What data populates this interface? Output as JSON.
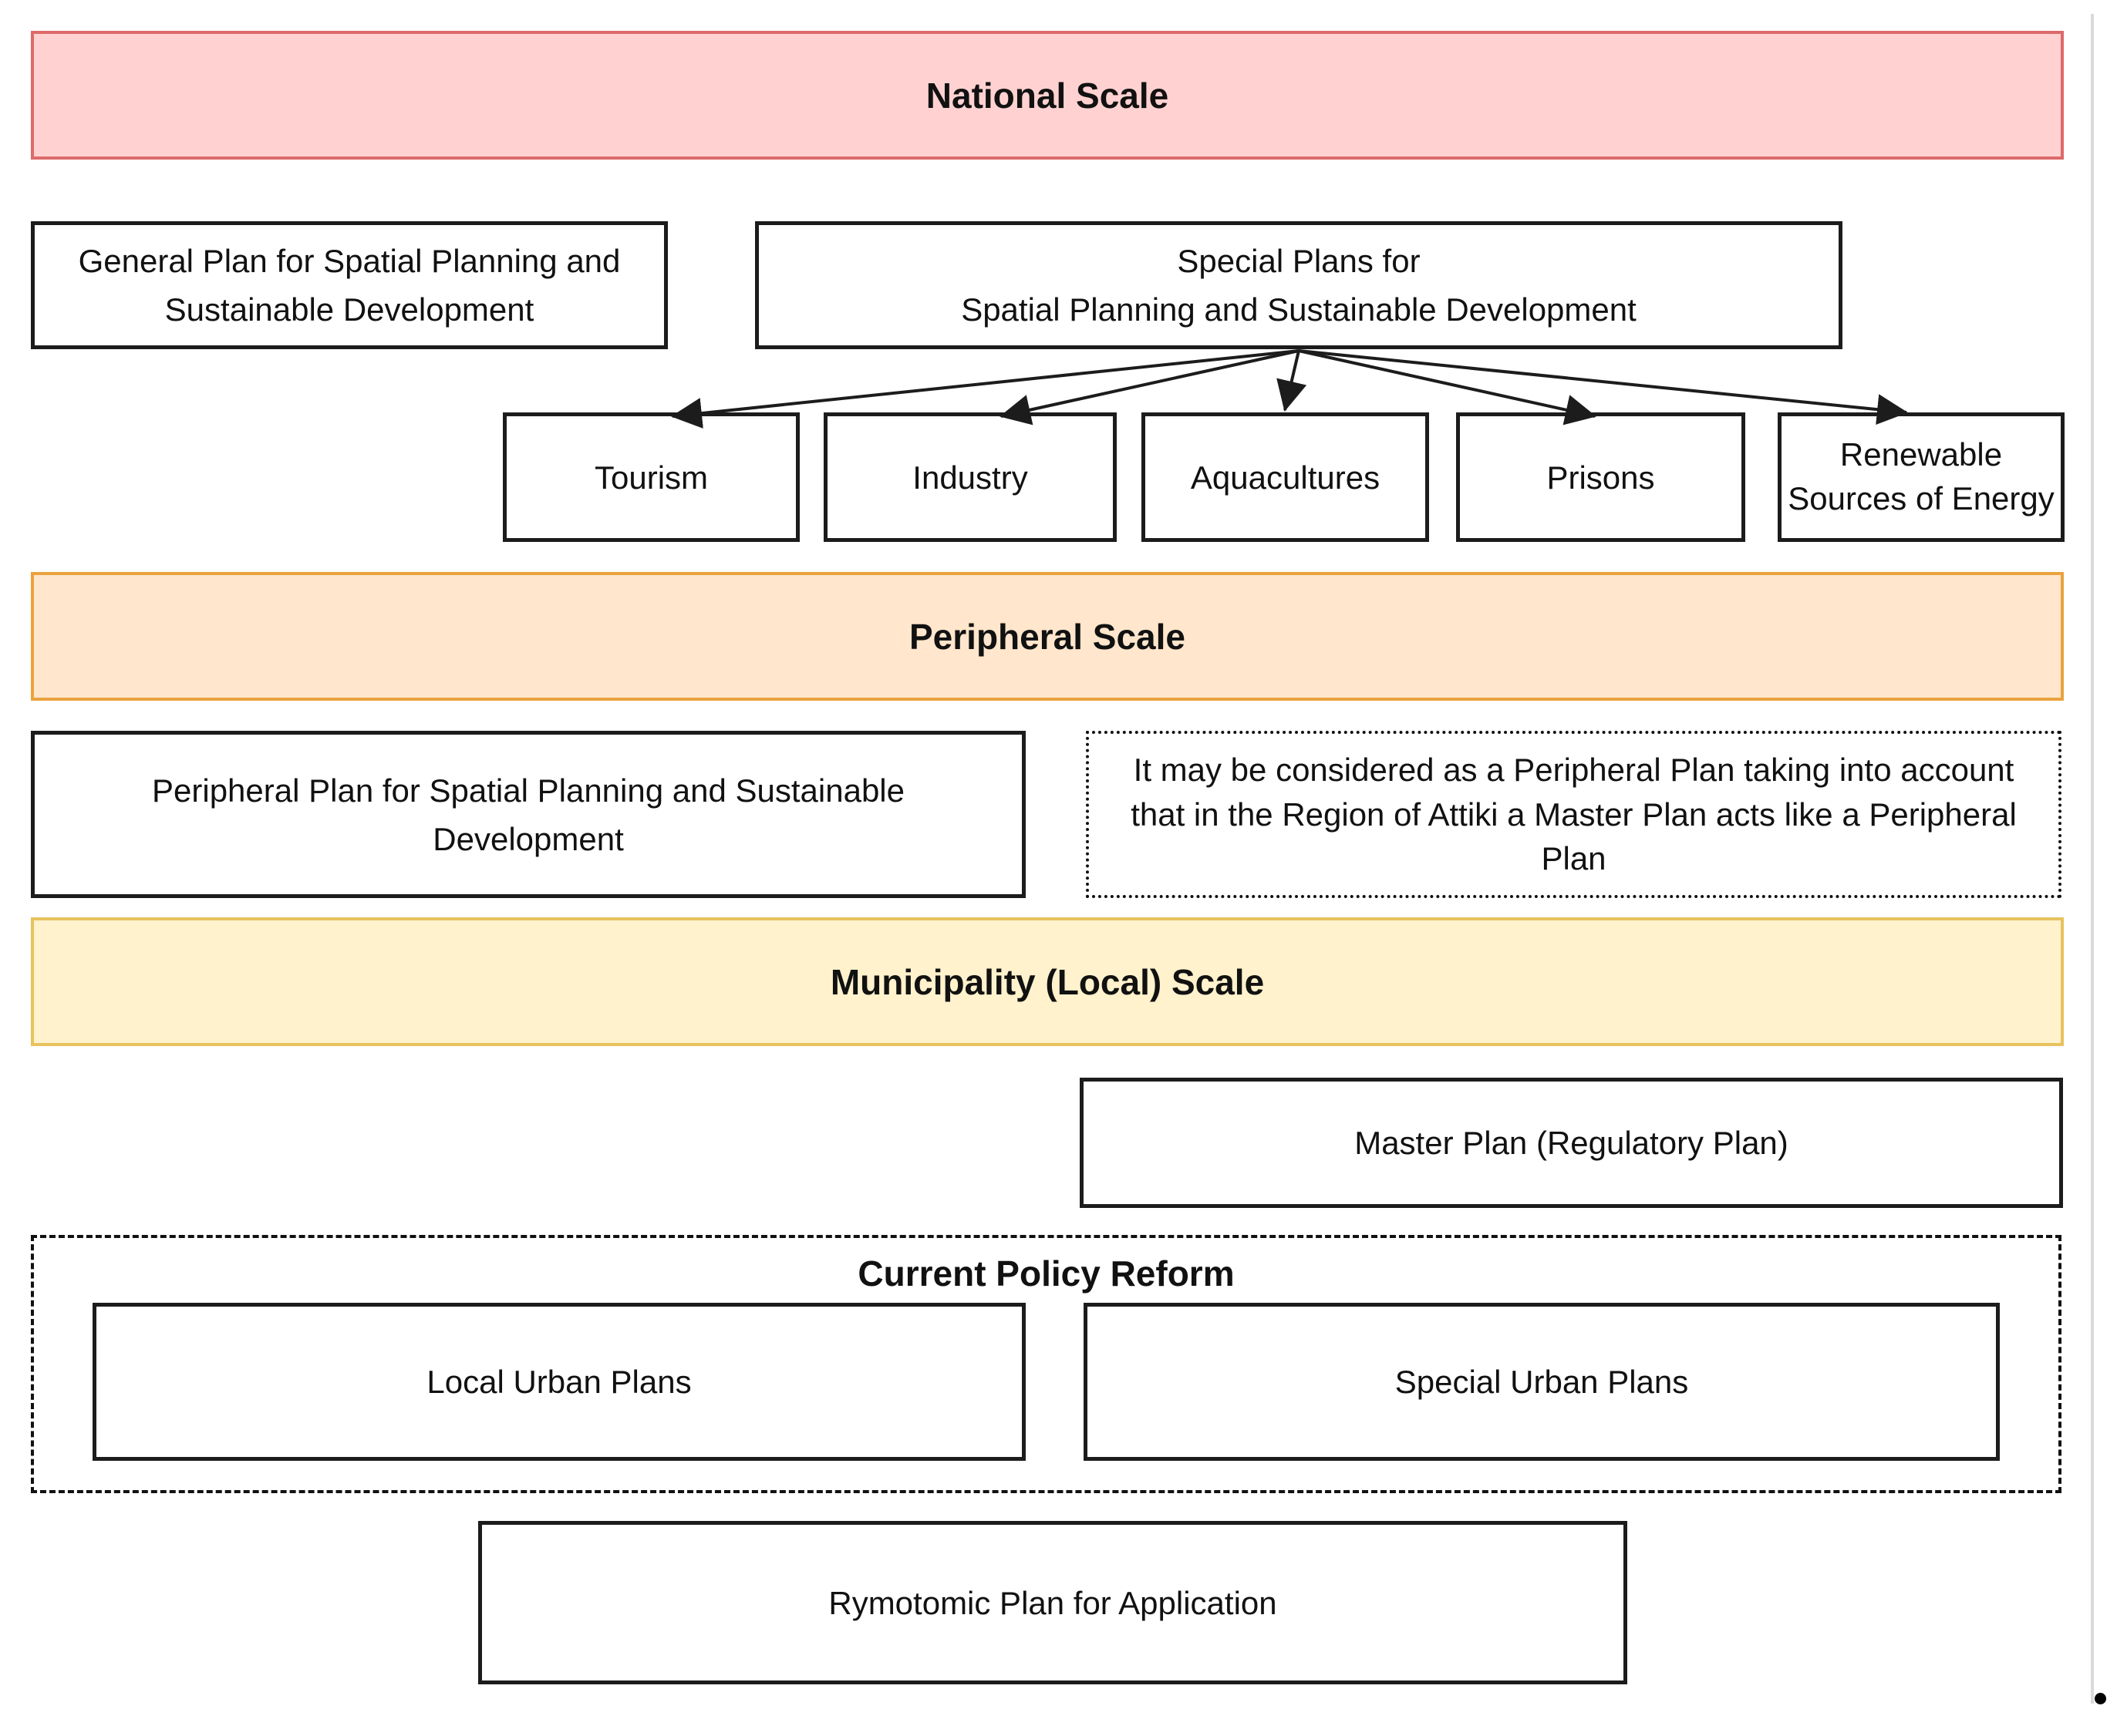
{
  "palette": {
    "national_fill": "#ffd2d1",
    "national_border": "#dd6a6a",
    "peripheral_fill": "#ffe6cc",
    "peripheral_border": "#eaa23e",
    "municipal_fill": "#fff2cc",
    "municipal_border": "#e7c25e",
    "box_border": "#1c1c1c",
    "edge_line": "#d9d9d9",
    "dot_color": "#000000"
  },
  "banners": {
    "national": {
      "label": "National Scale"
    },
    "peripheral": {
      "label": "Peripheral Scale"
    },
    "municipal": {
      "label": "Municipality (Local) Scale"
    }
  },
  "national_level": {
    "general_plan": "General Plan for Spatial Planning and Sustainable Development",
    "special_plans": {
      "lines": [
        "Special Plans for",
        "Spatial Planning and Sustainable Development"
      ]
    },
    "sectors": [
      "Tourism",
      "Industry",
      "Aquacultures",
      "Prisons",
      "Renewable Sources of Energy"
    ]
  },
  "peripheral_level": {
    "plan": "Peripheral Plan for Spatial Planning and Sustainable Development",
    "attiki_note": "It may be considered as a Peripheral Plan taking into account that in the Region of Attiki a Master Plan acts like a Peripheral Plan"
  },
  "municipal_level": {
    "master_plan": "Master Plan (Regulatory Plan)"
  },
  "policy_reform": {
    "title": "Current Policy Reform",
    "local_urban": "Local Urban Plans",
    "special_urban": "Special Urban Plans"
  },
  "implementation": {
    "rymotomic": "Rymotomic Plan for Application"
  }
}
